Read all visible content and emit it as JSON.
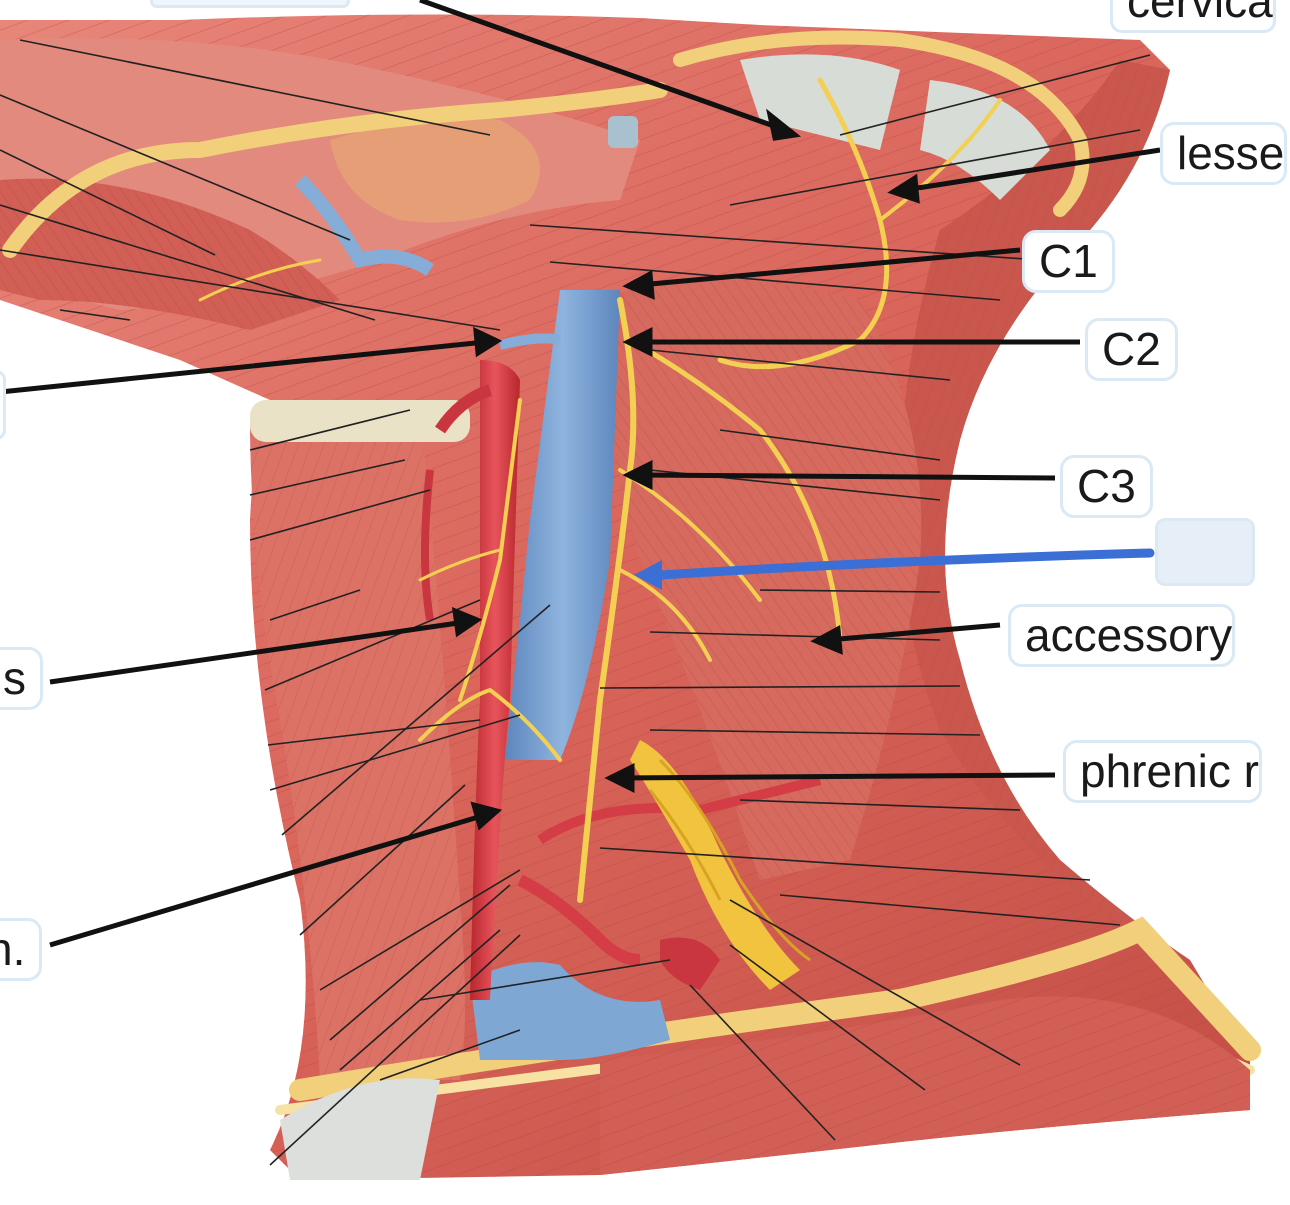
{
  "labels": {
    "top_right_cut": "cervica",
    "lesser": "lesse",
    "c1": "C1",
    "c2": "C2",
    "c3": "C3",
    "accessory": "accessory",
    "phrenic": "phrenic r",
    "left_s": "s",
    "left_n": "n."
  },
  "colors": {
    "muscle": "#d9645a",
    "muscle_dark": "#b8443d",
    "vein": "#7fa7d4",
    "artery": "#d43d45",
    "nerve": "#f3d052",
    "fat": "#f2d38a",
    "bone": "#c9d3d6",
    "leader_line": "#111111",
    "highlight_arrow": "#3b6fd6"
  }
}
